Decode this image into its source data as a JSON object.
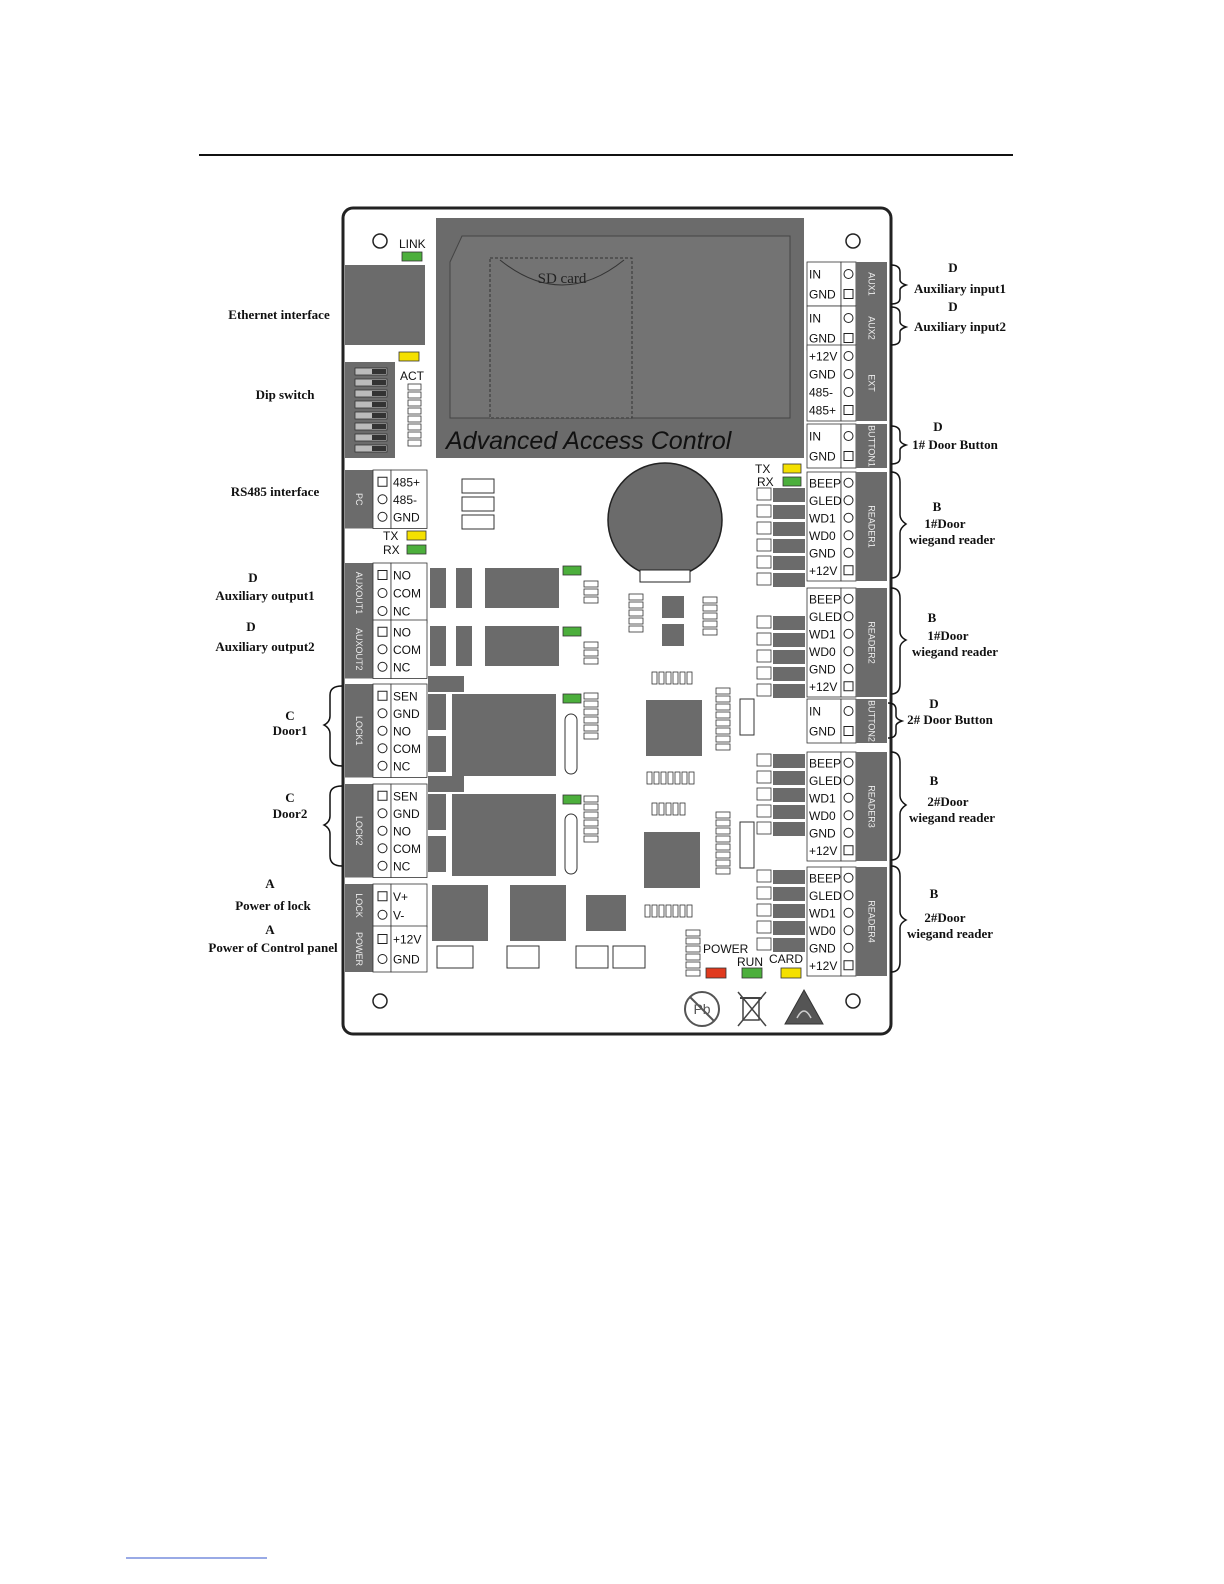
{
  "board": {
    "title": "Advanced Access Control",
    "sd_card": "SD card"
  },
  "leds": {
    "link": "LINK",
    "act": "ACT",
    "tx": "TX",
    "rx": "RX",
    "power": "POWER",
    "run": "RUN",
    "card": "CARD"
  },
  "left_blocks": [
    {
      "tag": "PC",
      "pins": [
        "485+",
        "485-",
        "GND"
      ]
    },
    {
      "tag": "AUXOUT1",
      "pins": [
        "NO",
        "COM",
        "NC"
      ]
    },
    {
      "tag": "AUXOUT2",
      "pins": [
        "NO",
        "COM",
        "NC"
      ]
    },
    {
      "tag": "LOCK1",
      "pins": [
        "SEN",
        "GND",
        "NO",
        "COM",
        "NC"
      ]
    },
    {
      "tag": "LOCK2",
      "pins": [
        "SEN",
        "GND",
        "NO",
        "COM",
        "NC"
      ]
    },
    {
      "tag": "LOCK",
      "pins": [
        "V+",
        "V-"
      ]
    },
    {
      "tag": "POWER",
      "pins": [
        "+12V",
        "GND"
      ]
    }
  ],
  "right_blocks": [
    {
      "tag": "AUX1",
      "pins": [
        "IN",
        "GND"
      ]
    },
    {
      "tag": "AUX2",
      "pins": [
        "IN",
        "GND"
      ]
    },
    {
      "tag": "EXT",
      "pins": [
        "+12V",
        "GND",
        "485-",
        "485+"
      ]
    },
    {
      "tag": "BUTTON1",
      "pins": [
        "IN",
        "GND"
      ]
    },
    {
      "tag": "READER1",
      "pins": [
        "BEEP",
        "GLED",
        "WD1",
        "WD0",
        "GND",
        "+12V"
      ]
    },
    {
      "tag": "READER2",
      "pins": [
        "BEEP",
        "GLED",
        "WD1",
        "WD0",
        "GND",
        "+12V"
      ]
    },
    {
      "tag": "BUTTON2",
      "pins": [
        "IN",
        "GND"
      ]
    },
    {
      "tag": "READER3",
      "pins": [
        "BEEP",
        "GLED",
        "WD1",
        "WD0",
        "GND",
        "+12V"
      ]
    },
    {
      "tag": "READER4",
      "pins": [
        "BEEP",
        "GLED",
        "WD1",
        "WD0",
        "GND",
        "+12V"
      ]
    }
  ],
  "left_annotations": {
    "ethernet": "Ethernet interface",
    "dip": "Dip switch",
    "rs485": "RS485  interface",
    "auxout1_letter": "D",
    "auxout1": "Auxiliary output1",
    "auxout2_letter": "D",
    "auxout2": "Auxiliary output2",
    "door1_letter": "C",
    "door1": "Door1",
    "door2_letter": "C",
    "door2": "Door2",
    "lockpower_letter": "A",
    "lockpower": "Power of lock",
    "panelpower_letter": "A",
    "panelpower": "Power of Control panel"
  },
  "right_annotations": {
    "aux1_letter": "D",
    "aux1": "Auxiliary input1",
    "aux2_letter": "D",
    "aux2": "Auxiliary input2",
    "btn1_letter": "D",
    "btn1": "1# Door Button",
    "r1_letter": "B",
    "r1_a": "1#Door",
    "r1_b": "wiegand reader",
    "r2_letter": "B",
    "r2_a": "1#Door",
    "r2_b": "wiegand reader",
    "btn2_letter": "D",
    "btn2": "2# Door Button",
    "r3_letter": "B",
    "r3_a": "2#Door",
    "r3_b": "wiegand reader",
    "r4_letter": "B",
    "r4_a": "2#Door",
    "r4_b": "wiegand reader"
  },
  "colors": {
    "chip": "#707070",
    "module": "#6b6b6b",
    "led_green": "#4caf3c",
    "led_yellow": "#f4e000",
    "led_red": "#e03a1e",
    "outline": "#222222"
  }
}
